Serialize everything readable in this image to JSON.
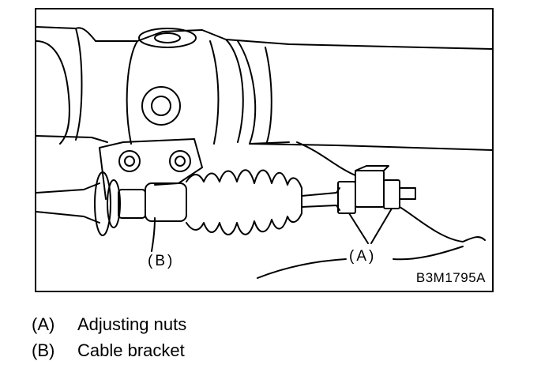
{
  "figure": {
    "code": "B3M1795A",
    "callouts": {
      "a": "(A)",
      "b": "(B)"
    }
  },
  "legend": [
    {
      "key": "(A)",
      "label": "Adjusting nuts"
    },
    {
      "key": "(B)",
      "label": "Cable bracket"
    }
  ]
}
